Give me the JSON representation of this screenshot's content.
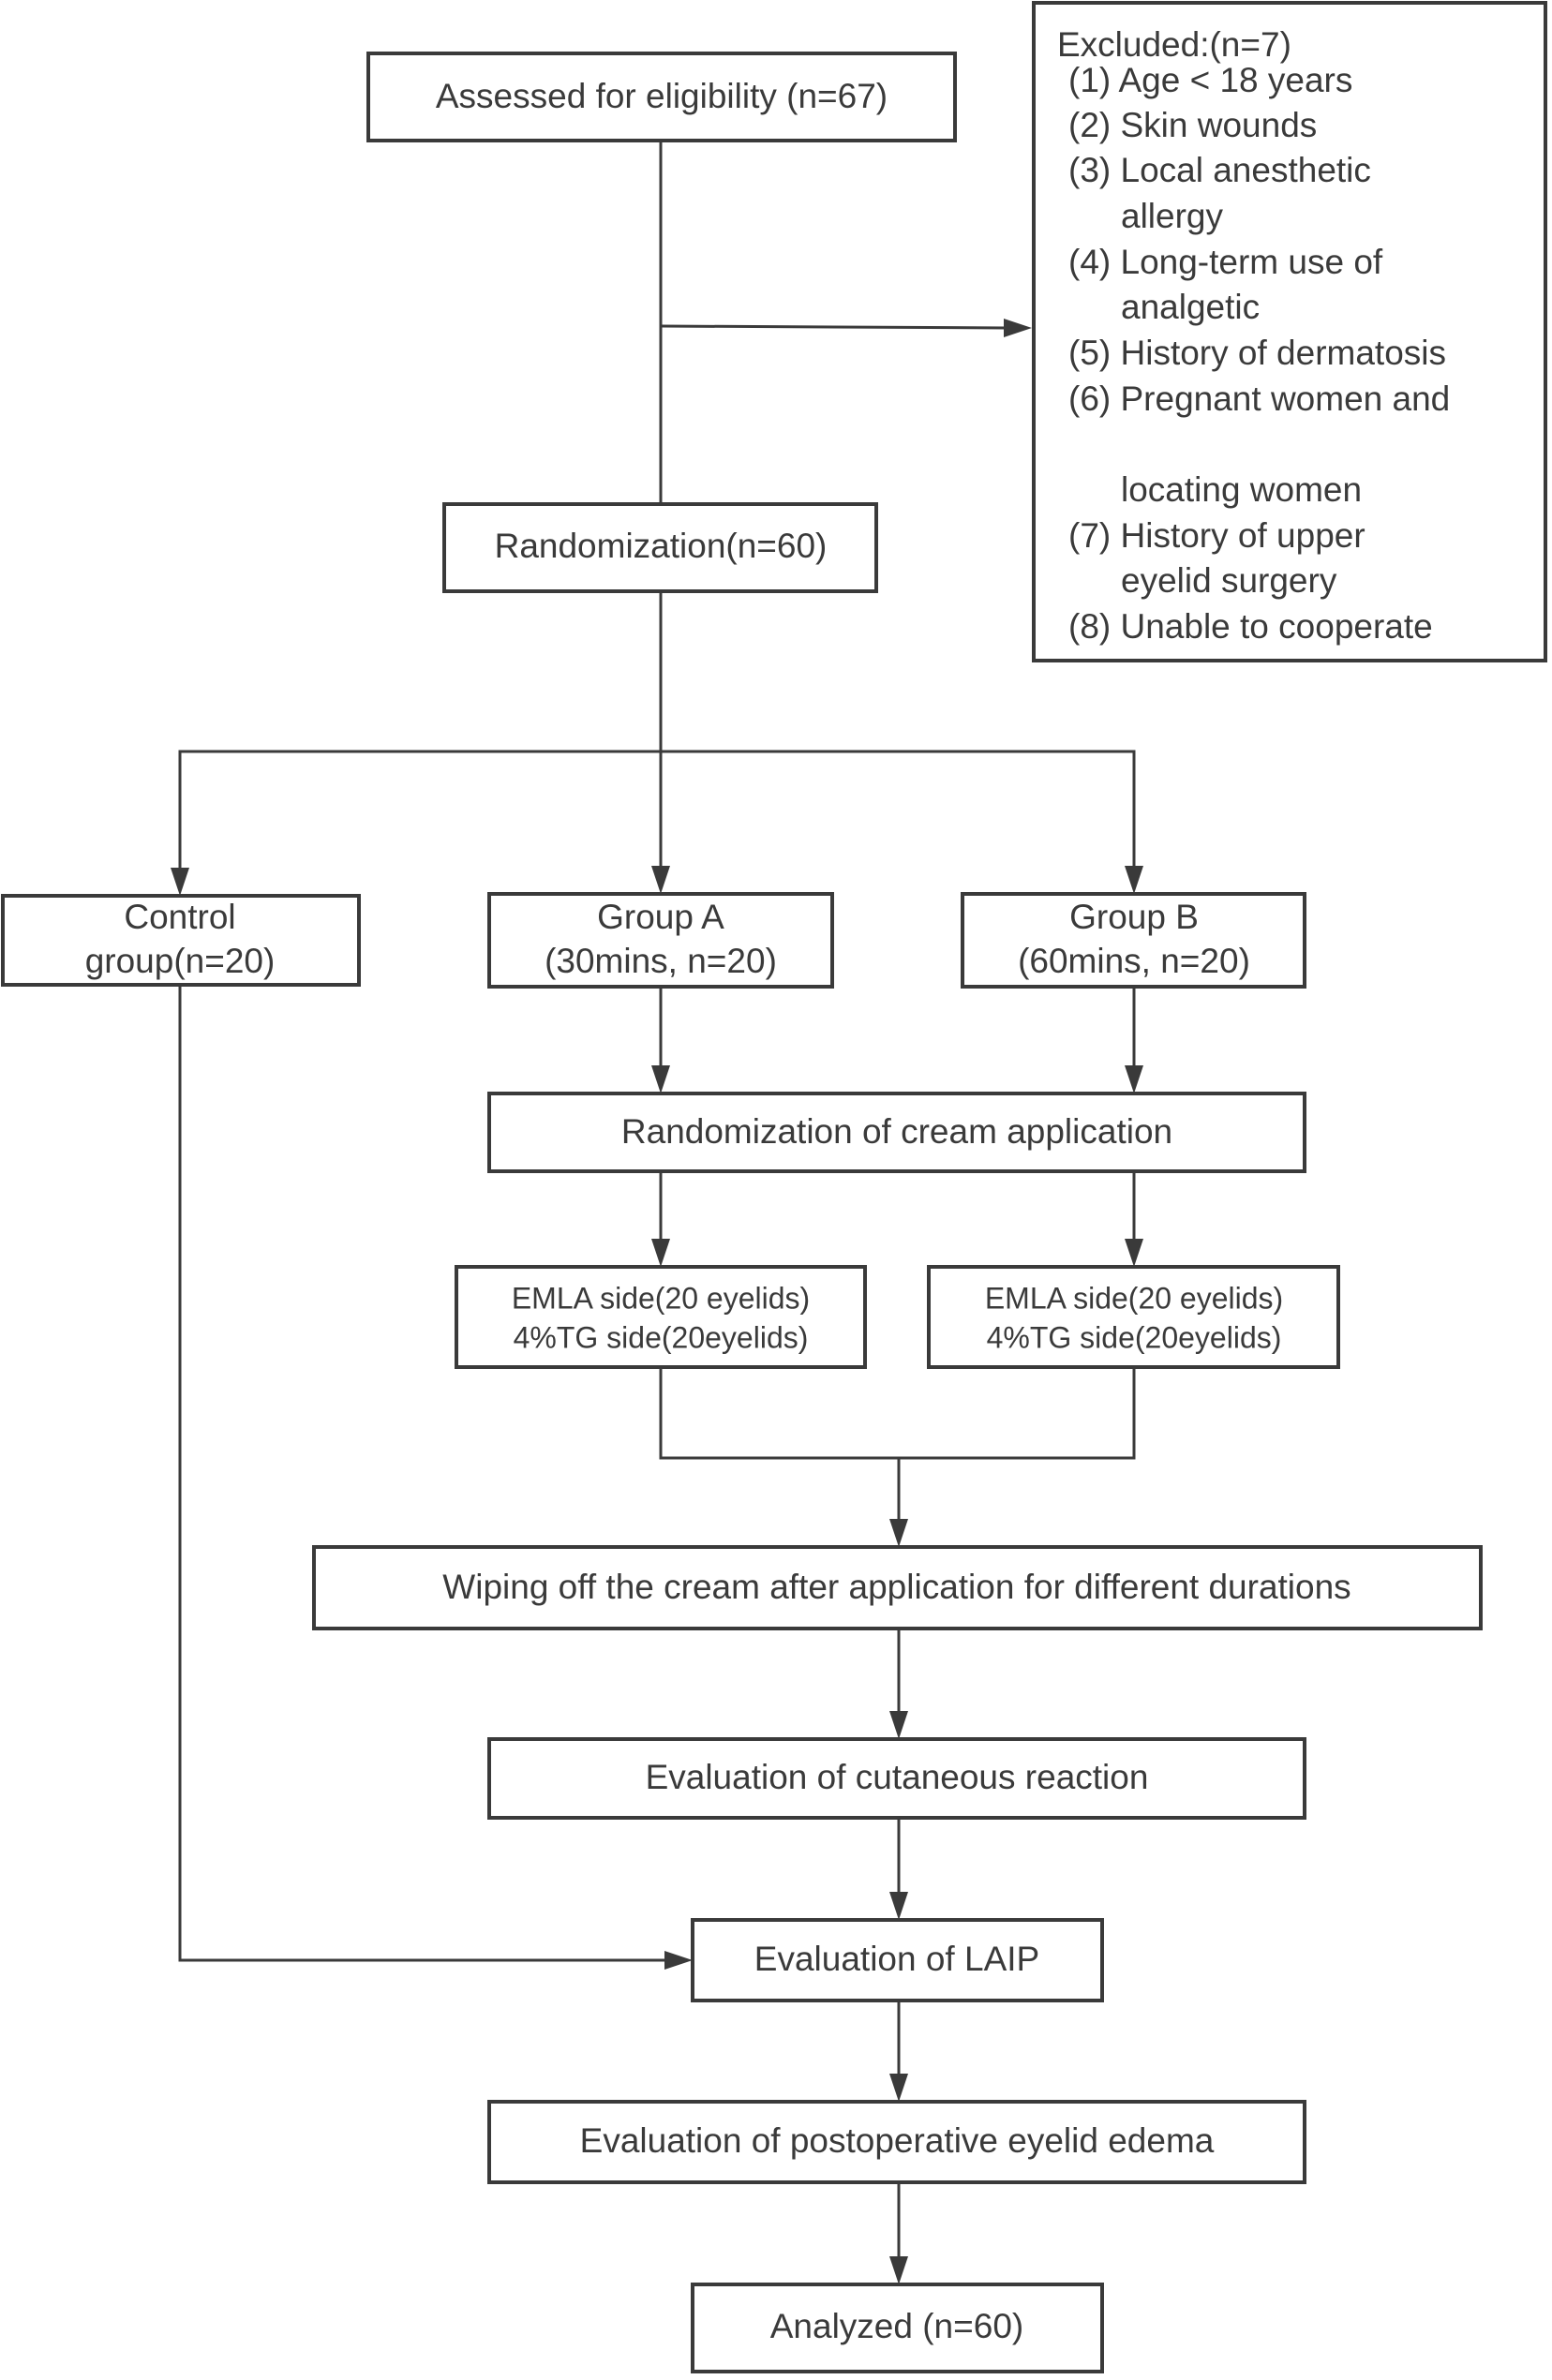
{
  "assessed": "Assessed for eligibility (n=67)",
  "excluded": {
    "title": "Excluded:(n=7)",
    "lines": [
      "(1) Age < 18 years",
      "(2) Skin wounds",
      "(3) Local anesthetic",
      "allergy",
      "(4) Long-term use of",
      "analgetic",
      "(5) History of dermatosis",
      "(6) Pregnant women and",
      "locating women",
      "(7) History of upper",
      "eyelid  surgery",
      "(8) Unable to cooperate"
    ]
  },
  "randomization": "Randomization(n=60)",
  "control": [
    "Control",
    "group(n=20)"
  ],
  "group_a": [
    "Group A",
    "(30mins, n=20)"
  ],
  "group_b": [
    "Group B",
    "(60mins, n=20)"
  ],
  "randomization_cream": "Randomization of cream application",
  "sides_a": [
    "EMLA side(20 eyelids)",
    "4%TG side(20eyelids)"
  ],
  "sides_b": [
    "EMLA side(20 eyelids)",
    "4%TG side(20eyelids)"
  ],
  "wiping": "Wiping off the cream after application for different durations",
  "cutaneous": "Evaluation of cutaneous reaction",
  "laip": "Evaluation of LAIP",
  "edema": "Evaluation of postoperative eyelid edema",
  "analyzed": "Analyzed (n=60)"
}
